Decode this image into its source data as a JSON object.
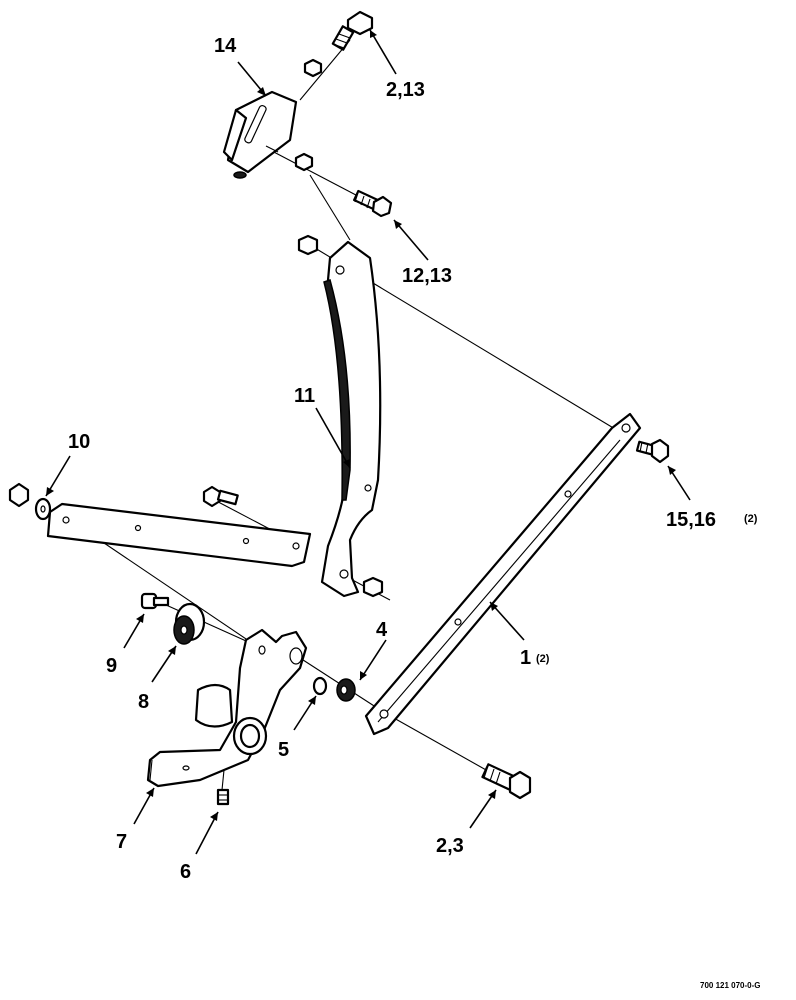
{
  "callouts": {
    "c14": "14",
    "c2_13": "2,13",
    "c12_13": "12,13",
    "c11": "11",
    "c10": "10",
    "c15_16": "15,16",
    "c15_16_qty": "(2)",
    "c1": "1",
    "c1_qty": "(2)",
    "c4": "4",
    "c9": "9",
    "c8": "8",
    "c5": "5",
    "c7": "7",
    "c6": "6",
    "c2_3": "2,3"
  },
  "figure_id": "700 121 070-0-G"
}
